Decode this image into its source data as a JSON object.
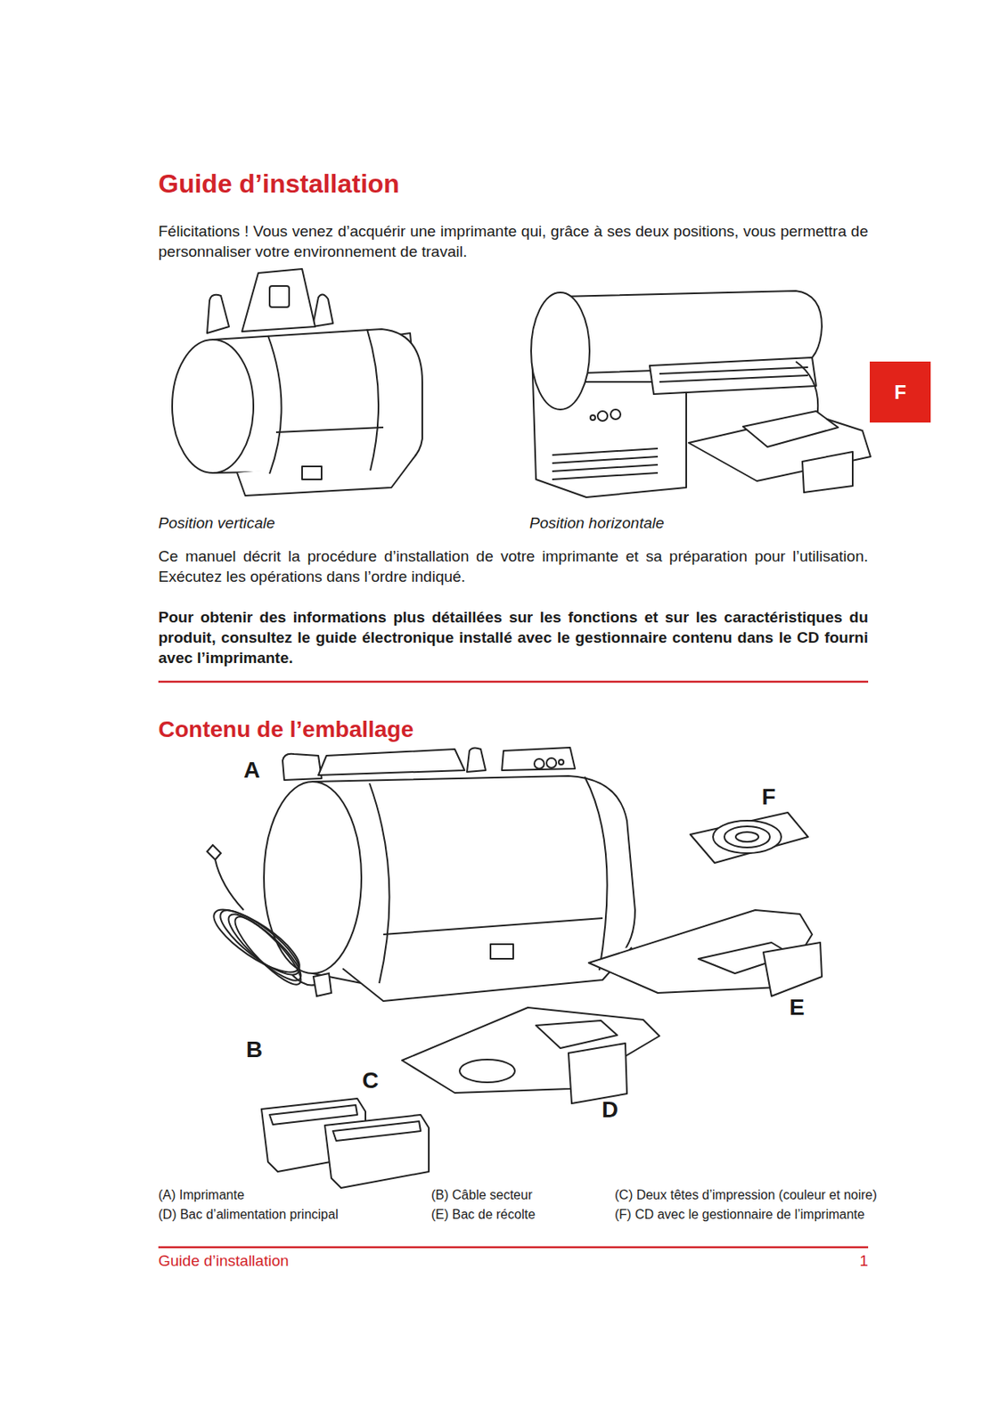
{
  "diagram": {
    "title": "Guide d’installation",
    "nodes": [
      {
        "text": [
          "F"
        ]
      }
    ],
    "labels": [
      "Félicitations ! Vous venez d’acquérir une imprimante qui, grâce à ses deux positions, vous permettra de personnaliser votre environnement de travail.",
      "Position verticale",
      "Position horizontale",
      "Ce manuel décrit la procédure d’installation de votre imprimante et sa préparation pour l’utilisation. Exécutez les opérations dans l’ordre indiqué.",
      "Pour obtenir des informations plus détaillées sur les fonctions et sur les caractéristiques du produit, consultez le guide électronique installé avec le gestionnaire contenu dans le CD fourni avec l’imprimante.",
      "Contenu de l’emballage",
      "A",
      "F",
      "E",
      "B",
      "C",
      "D",
      "(A) Imprimante",
      "(B) Câble secteur",
      "(C) Deux têtes d’impression (couleur et noire)",
      "(D) Bac d’alimentation principal",
      "(E) Bac de récolte",
      "(F) CD avec le gestionnaire de l’imprimante",
      "Guide d’installation",
      "1"
    ]
  }
}
